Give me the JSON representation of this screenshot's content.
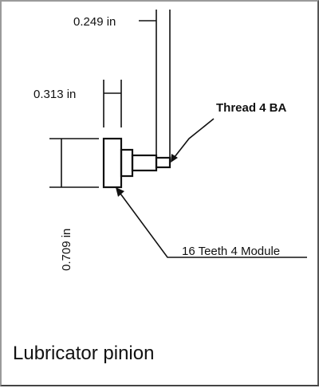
{
  "dimensions": {
    "top_width": "0.249 in",
    "mid_width": "0.313 in",
    "height": "0.709 in"
  },
  "callouts": {
    "thread": "Thread 4 BA",
    "teeth": "16 Teeth 4 Module"
  },
  "caption": "Lubricator pinion"
}
